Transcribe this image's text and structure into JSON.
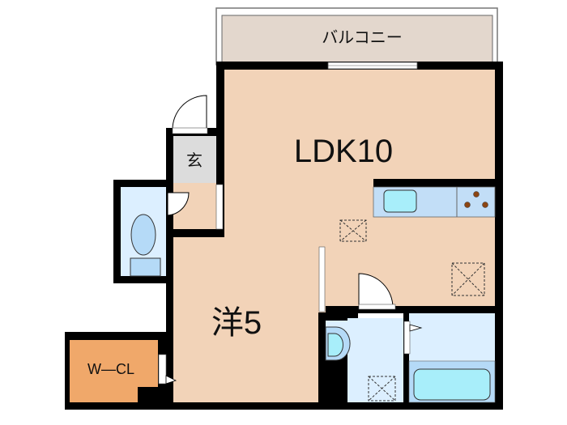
{
  "rooms": {
    "balcony": "バルコニー",
    "ldk": "LDK10",
    "entrance": "玄",
    "western_room": "洋5",
    "walk_in_closet": "W—CL"
  },
  "colors": {
    "room_fill": "#f2d3b8",
    "balcony_fill": "#e3d7cd",
    "entrance_fill": "#dcdcdc",
    "wet_fill": "#dcefff",
    "fixture_fill": "#a8eefa",
    "closet_fill": "#f0a86a",
    "wall": "#000000"
  }
}
